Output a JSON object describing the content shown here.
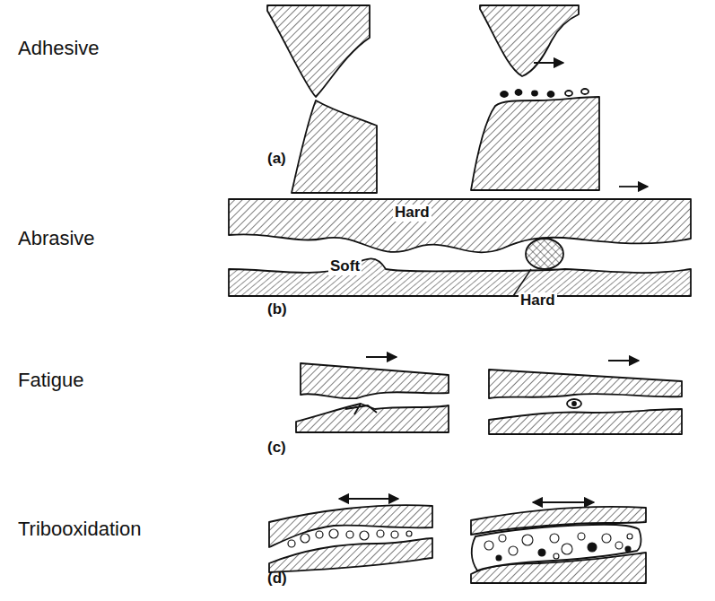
{
  "diagram": {
    "labels": [
      "Adhesive",
      "(a)",
      "Abrasive",
      "Hard",
      "Soft",
      "Hard",
      "(b)",
      "Fatigue",
      "(c)",
      "Tribooxidation",
      "(d)"
    ]
  }
}
